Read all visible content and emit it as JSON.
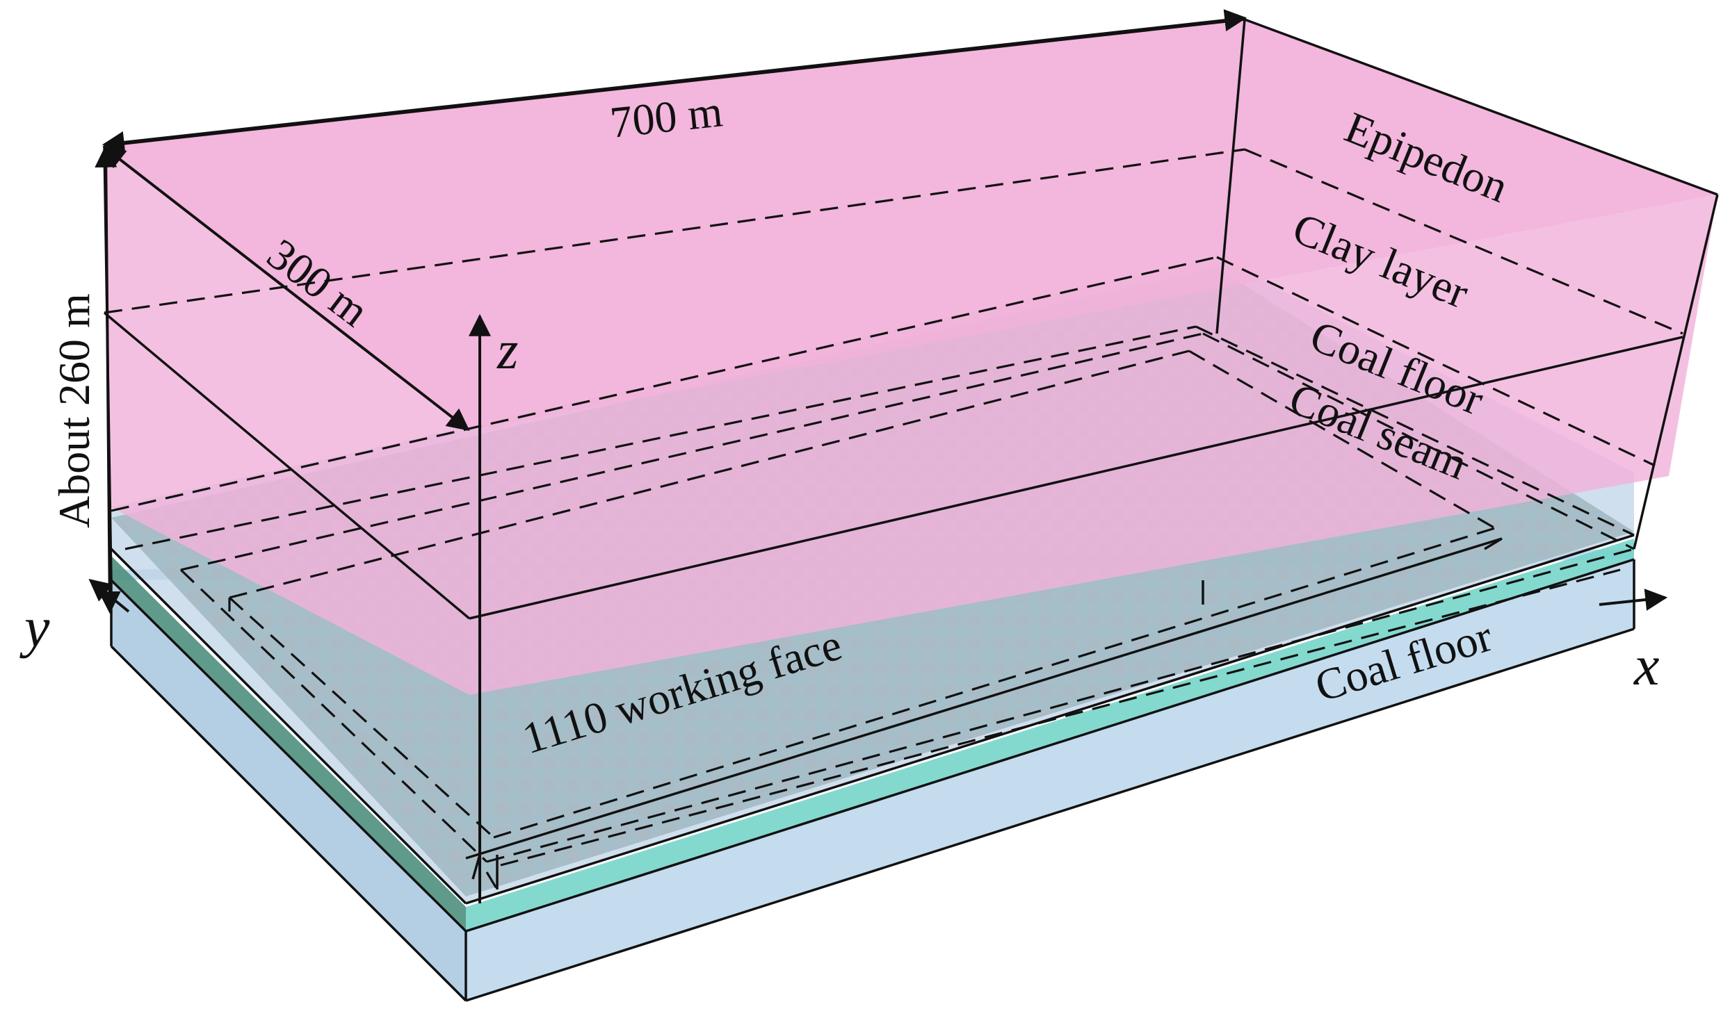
{
  "diagram": {
    "dimensions": {
      "length": "700 m",
      "width": "300 m",
      "height": "About 260 m"
    },
    "axes": {
      "x": "x",
      "y": "y",
      "z": "z"
    },
    "layers": {
      "epipedon": "Epipedon",
      "clay_layer": "Clay layer",
      "coal_floor_upper": "Coal floor",
      "coal_seam": "Coal seam",
      "coal_floor_lower": "Coal floor"
    },
    "working_face": "1110 working face",
    "colors": {
      "epipedon": "#f2b2da",
      "clay_layer": "#bed3e6",
      "coal_seam": "#627c6a",
      "coal_floor": "#c4dcee",
      "edge": "#111111"
    }
  }
}
